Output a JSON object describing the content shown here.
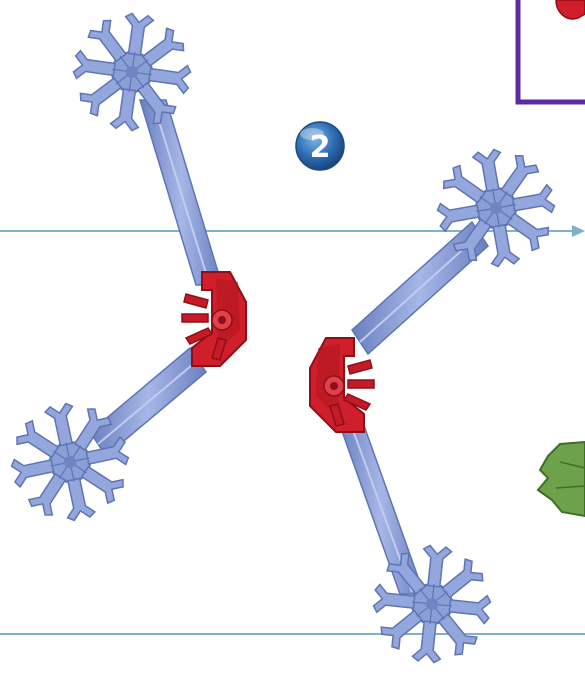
{
  "step": {
    "number": "2"
  },
  "colors": {
    "background": "#ffffff",
    "guide_line": "#7fb0cc",
    "connector_blue": "#8a9fd6",
    "connector_blue_shade": "#5f74b4",
    "rod_blue": "#8fa2d9",
    "corner_red": "#d01f2a",
    "corner_red_shade": "#8d0f18",
    "inset_frame": "#5b2ca0",
    "partial_green": "#6ea24a",
    "badge": "#2e6fb3"
  },
  "assemblies": [
    {
      "name": "left-assembly",
      "parts": [
        "blue-connector",
        "blue-rod",
        "red-corner-connector",
        "blue-rod",
        "blue-connector"
      ]
    },
    {
      "name": "right-assembly",
      "parts": [
        "blue-connector",
        "blue-rod",
        "red-corner-connector",
        "blue-rod",
        "blue-connector"
      ]
    }
  ],
  "icons": {
    "badge": "step-number-badge",
    "arrow": "arrow-right-icon"
  }
}
